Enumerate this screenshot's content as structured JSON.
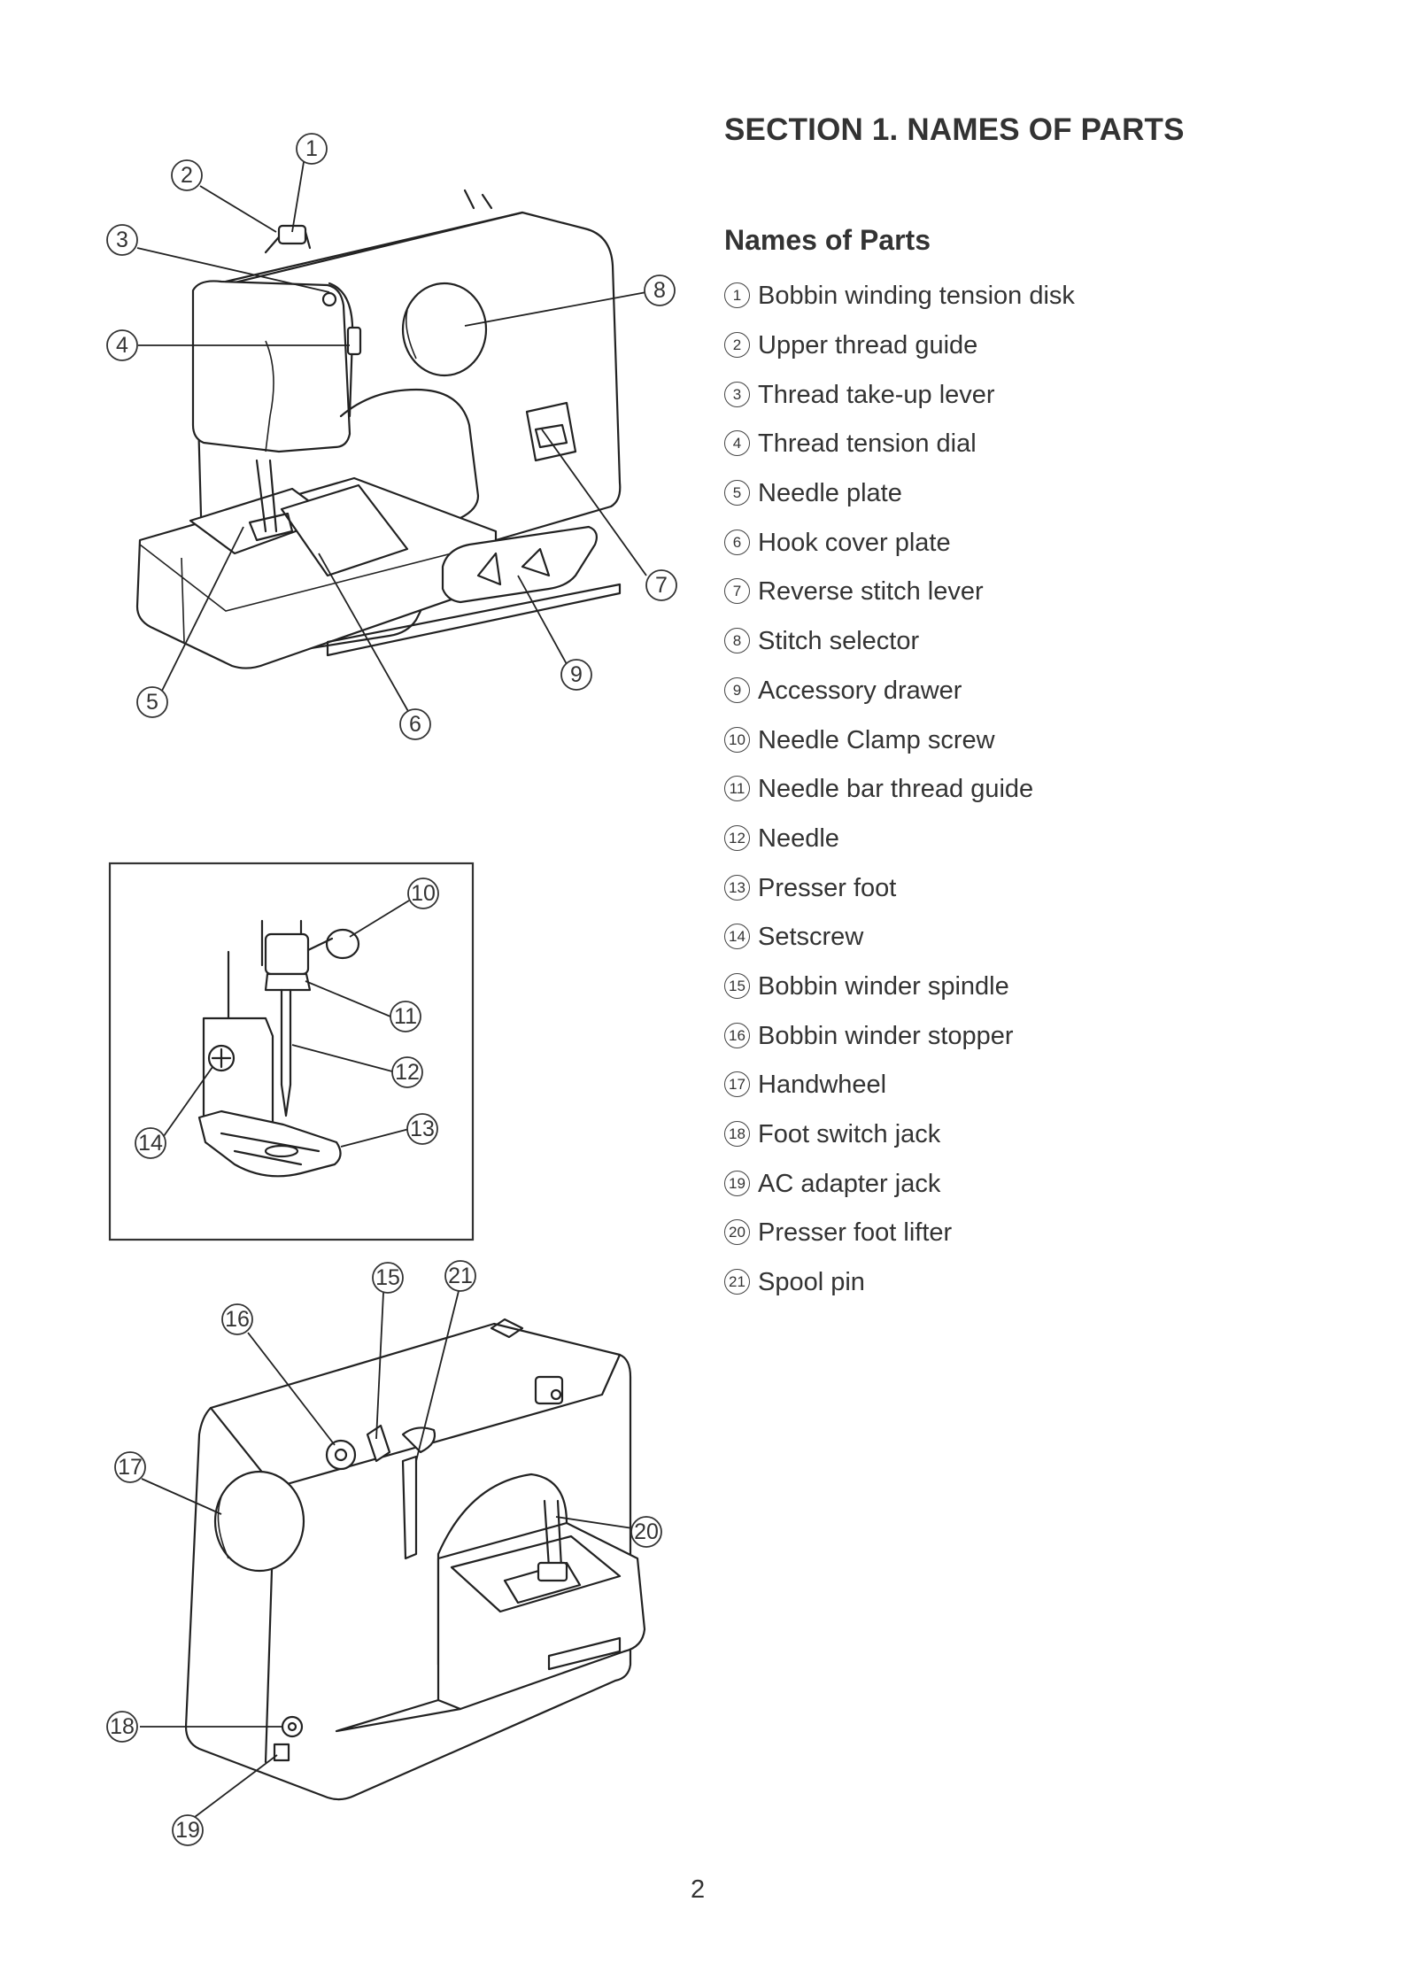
{
  "section_title": "SECTION 1. NAMES OF PARTS",
  "names_heading": "Names of Parts",
  "parts": [
    {
      "num": "1",
      "label": "Bobbin winding tension disk"
    },
    {
      "num": "2",
      "label": "Upper thread guide"
    },
    {
      "num": "3",
      "label": "Thread take-up lever"
    },
    {
      "num": "4",
      "label": "Thread tension dial"
    },
    {
      "num": "5",
      "label": "Needle plate"
    },
    {
      "num": "6",
      "label": "Hook cover plate"
    },
    {
      "num": "7",
      "label": "Reverse stitch lever"
    },
    {
      "num": "8",
      "label": "Stitch selector"
    },
    {
      "num": "9",
      "label": "Accessory drawer"
    },
    {
      "num": "10",
      "label": "Needle Clamp screw"
    },
    {
      "num": "11",
      "label": "Needle bar thread guide"
    },
    {
      "num": "12",
      "label": "Needle"
    },
    {
      "num": "13",
      "label": "Presser foot"
    },
    {
      "num": "14",
      "label": "Setscrew"
    },
    {
      "num": "15",
      "label": "Bobbin winder spindle"
    },
    {
      "num": "16",
      "label": "Bobbin winder stopper"
    },
    {
      "num": "17",
      "label": "Handwheel"
    },
    {
      "num": "18",
      "label": "Foot switch jack"
    },
    {
      "num": "19",
      "label": "AC adapter jack"
    },
    {
      "num": "20",
      "label": "Presser foot lifter"
    },
    {
      "num": "21",
      "label": "Spool pin"
    }
  ],
  "figures": {
    "front_view": {
      "callouts": [
        "1",
        "2",
        "3",
        "4",
        "5",
        "6",
        "7",
        "8",
        "9"
      ]
    },
    "needle_detail": {
      "callouts": [
        "10",
        "11",
        "12",
        "13",
        "14"
      ]
    },
    "rear_view": {
      "callouts": [
        "15",
        "16",
        "17",
        "18",
        "19",
        "20",
        "21"
      ]
    }
  },
  "page_number": "2"
}
